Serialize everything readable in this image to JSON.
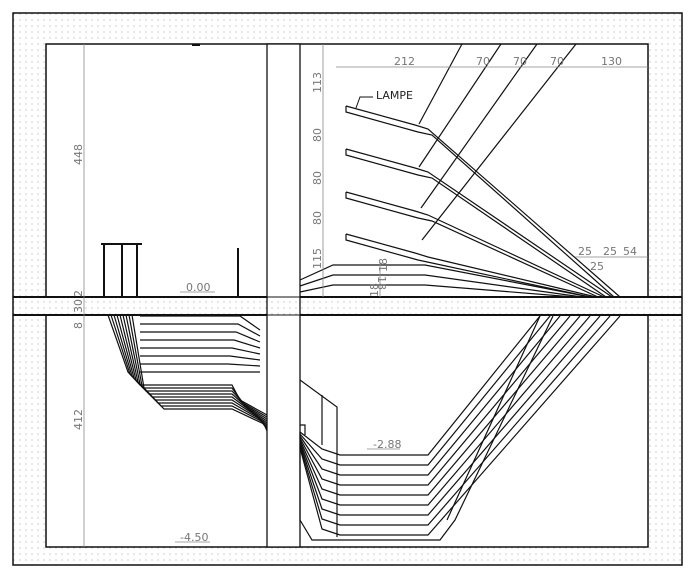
{
  "title": "Section drawing - stair with lamps",
  "labels": {
    "lamp": "LAMPE",
    "level_0": "0.00",
    "level_mid": "-2.88",
    "level_bottom": "-4.50"
  },
  "dimensions": {
    "upper_height": "448",
    "lower_height": "412",
    "slab_a": "8",
    "slab_b": "30",
    "slab_c": "2",
    "vertical": [
      "113",
      "80",
      "80",
      "80",
      "115"
    ],
    "steps": [
      "18",
      "18",
      "18"
    ],
    "horizontal": [
      "212",
      "70",
      "70",
      "70",
      "130"
    ],
    "bottom_right": [
      "25",
      "25",
      "54",
      "25"
    ]
  },
  "colors": {
    "line": "#111111",
    "dim": "#888888",
    "hatch": "#bbbbbb"
  }
}
